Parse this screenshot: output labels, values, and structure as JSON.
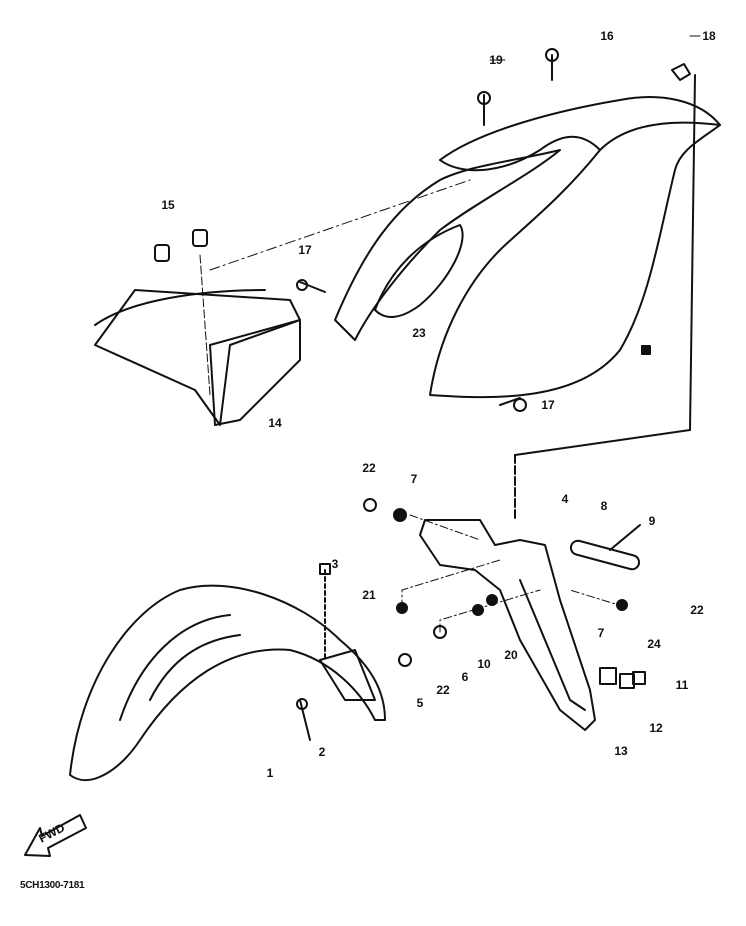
{
  "diagram": {
    "drawing_code": "5CH1300-7181",
    "direction_label": "FWD",
    "callouts": {
      "p1": "1",
      "p2": "2",
      "p3": "3",
      "p4": "4",
      "p5": "5",
      "p6": "6",
      "p7a": "7",
      "p7b": "7",
      "p8": "8",
      "p9": "9",
      "p10": "10",
      "p11": "11",
      "p12": "12",
      "p13": "13",
      "p14": "14",
      "p15": "15",
      "p16": "16",
      "p17a": "17",
      "p17b": "17",
      "p18": "18",
      "p19": "19",
      "p20": "20",
      "p21": "21",
      "p22a": "22",
      "p22b": "22",
      "p22c": "22",
      "p23": "23",
      "p24": "24"
    }
  }
}
